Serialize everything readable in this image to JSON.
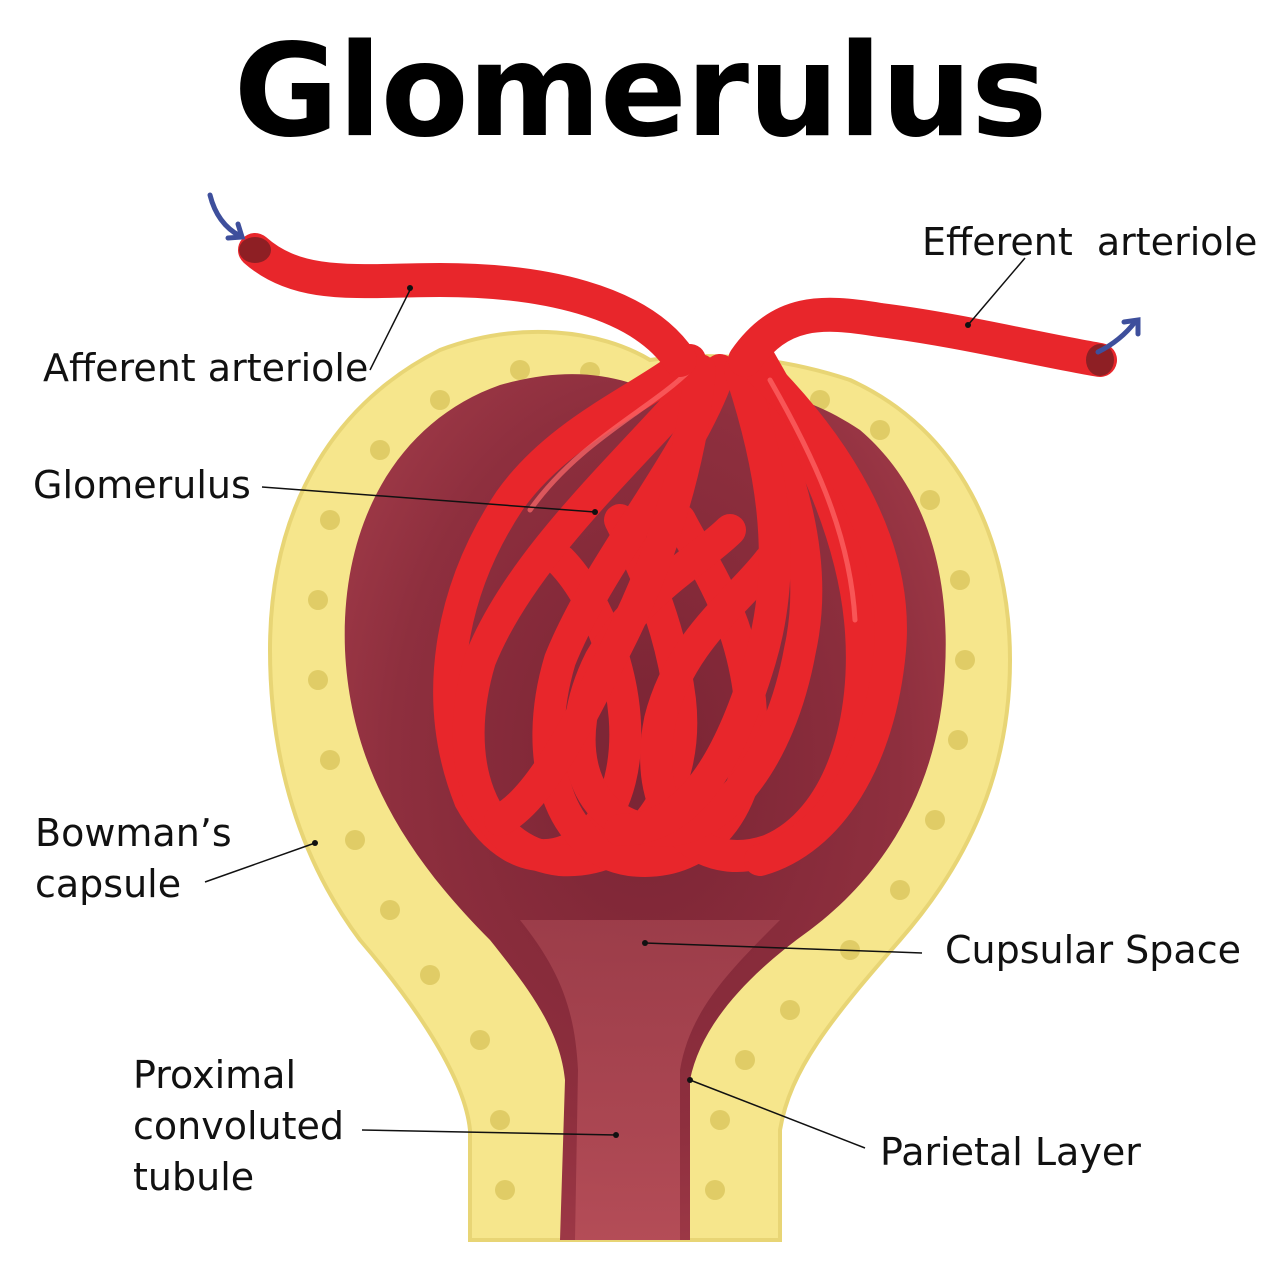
{
  "title": "Glomerulus",
  "labels": {
    "afferent_arteriole": "Afferent arteriole",
    "efferent_arteriole": "Efferent  arteriole",
    "glomerulus": "Glomerulus",
    "bowmans_capsule": "Bowman’s\ncapsule",
    "cupsular_space": "Cupsular Space",
    "proximal_tubule": "Proximal\nconvoluted\ntubule",
    "parietal_layer": "Parietal Layer"
  },
  "colors": {
    "capsule_yellow": "#f6e68c",
    "capsule_nuclei": "#e2cf6a",
    "space_maroon": "#8e2d3c",
    "vessel_red": "#e8262b",
    "arrow_blue": "#3e4f9c"
  }
}
